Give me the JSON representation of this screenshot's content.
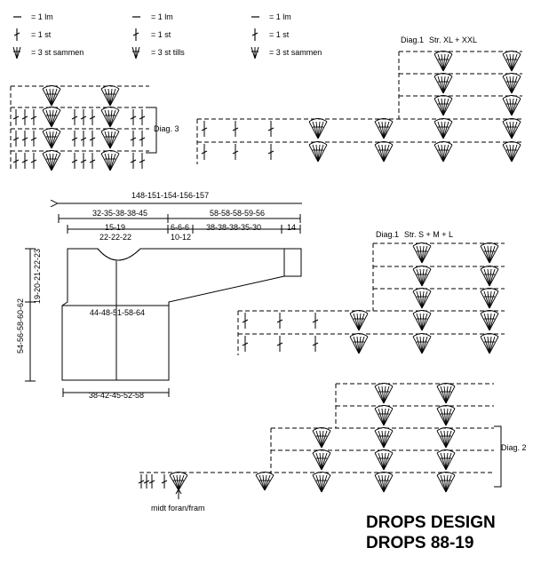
{
  "legends": [
    {
      "chain": "= 1 lm",
      "stitch": "= 1 st",
      "cluster": "= 3 st sammen"
    },
    {
      "chain": "= 1 lm",
      "stitch": "= 1 st",
      "cluster": "= 3 st tills"
    },
    {
      "chain": "= 1 lm",
      "stitch": "= 1 st",
      "cluster": "= 3 st sammen"
    }
  ],
  "diag3": {
    "label": "Diag. 3"
  },
  "diag1_large": {
    "label": "Diag.1",
    "size": "Str. XL + XXL"
  },
  "diag1_small": {
    "label": "Diag.1",
    "size": "Str. S + M + L"
  },
  "diag2": {
    "label": "Diag. 2",
    "note": "midt foran/fram"
  },
  "schematic": {
    "total_width": "148-151-154-156-157",
    "body_half": "32-35-38-38-45",
    "sleeve_len": "58-58-58-59-56",
    "neck": "15-19",
    "neck2": "22-22-22",
    "shoulder": "6-6-6",
    "shoulder2": "10-12",
    "sleeve_seg": "38-38-38-35-30",
    "cuff": "14",
    "chest": "44-48-51-58-64",
    "height": "54-56-58-60-62",
    "armhole": "19-20-21-22-23",
    "hem": "38-42-45-52-58"
  },
  "brand": {
    "line1": "DROPS DESIGN",
    "line2": "DROPS 88-19"
  }
}
